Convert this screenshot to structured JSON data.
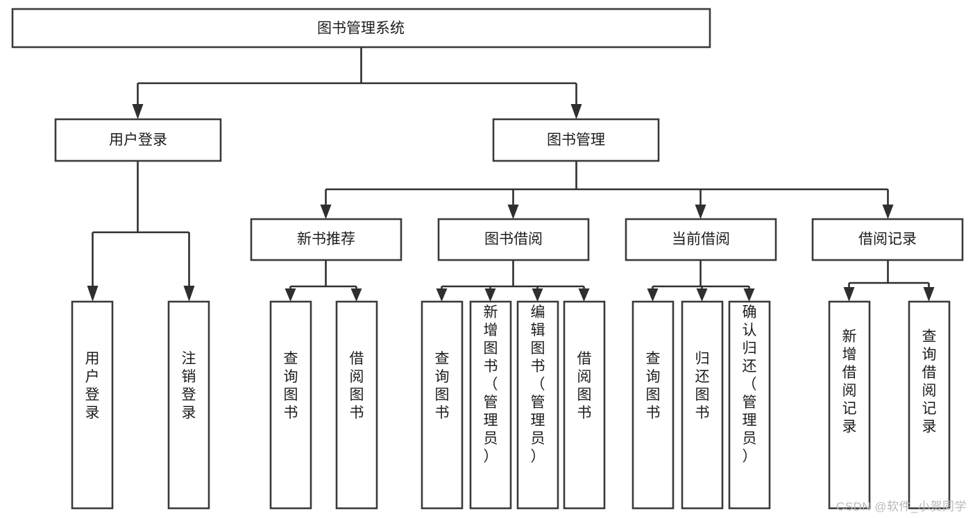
{
  "diagram": {
    "type": "tree-hierarchy",
    "title": "图书管理系统",
    "watermark": "CSDN @软件_小贺同学",
    "colors": {
      "box_stroke": "#3a3a3a",
      "box_fill": "#ffffff",
      "connector": "#2f2f2f",
      "text": "#1c1c1c",
      "watermark": "#b9b9b9",
      "background": "#ffffff"
    },
    "levels": [
      {
        "level": 1,
        "nodes": [
          {
            "id": "root",
            "label": "图书管理系统",
            "orientation": "horizontal"
          }
        ]
      },
      {
        "level": 2,
        "nodes": [
          {
            "id": "user-login",
            "label": "用户登录",
            "orientation": "horizontal",
            "parent": "root"
          },
          {
            "id": "book-mgmt",
            "label": "图书管理",
            "orientation": "horizontal",
            "parent": "root"
          }
        ]
      },
      {
        "level": 3,
        "nodes": [
          {
            "id": "new-book-rec",
            "label": "新书推荐",
            "orientation": "horizontal",
            "parent": "book-mgmt"
          },
          {
            "id": "book-borrow",
            "label": "图书借阅",
            "orientation": "horizontal",
            "parent": "book-mgmt"
          },
          {
            "id": "current-borrow",
            "label": "当前借阅",
            "orientation": "horizontal",
            "parent": "book-mgmt"
          },
          {
            "id": "borrow-record",
            "label": "借阅记录",
            "orientation": "horizontal",
            "parent": "book-mgmt"
          }
        ]
      },
      {
        "level": 4,
        "nodes": [
          {
            "id": "leaf-1",
            "label": "用户登录",
            "orientation": "vertical",
            "parent": "user-login"
          },
          {
            "id": "leaf-2",
            "label": "注销登录",
            "orientation": "vertical",
            "parent": "user-login"
          },
          {
            "id": "leaf-3",
            "label": "查询图书",
            "orientation": "vertical",
            "parent": "new-book-rec"
          },
          {
            "id": "leaf-4",
            "label": "借阅图书",
            "orientation": "vertical",
            "parent": "new-book-rec"
          },
          {
            "id": "leaf-5",
            "label": "查询图书",
            "orientation": "vertical",
            "parent": "book-borrow"
          },
          {
            "id": "leaf-6",
            "label": "新增图书（管理员）",
            "orientation": "vertical",
            "parent": "book-borrow"
          },
          {
            "id": "leaf-7",
            "label": "编辑图书（管理员）",
            "orientation": "vertical",
            "parent": "book-borrow"
          },
          {
            "id": "leaf-8",
            "label": "借阅图书",
            "orientation": "vertical",
            "parent": "book-borrow"
          },
          {
            "id": "leaf-9",
            "label": "查询图书",
            "orientation": "vertical",
            "parent": "current-borrow"
          },
          {
            "id": "leaf-10",
            "label": "归还图书",
            "orientation": "vertical",
            "parent": "current-borrow"
          },
          {
            "id": "leaf-11",
            "label": "确认归还（管理员）",
            "orientation": "vertical",
            "parent": "current-borrow"
          },
          {
            "id": "leaf-12",
            "label": "新增借阅记录",
            "orientation": "vertical",
            "parent": "borrow-record"
          },
          {
            "id": "leaf-13",
            "label": "查询借阅记录",
            "orientation": "vertical",
            "parent": "borrow-record"
          }
        ]
      }
    ]
  }
}
